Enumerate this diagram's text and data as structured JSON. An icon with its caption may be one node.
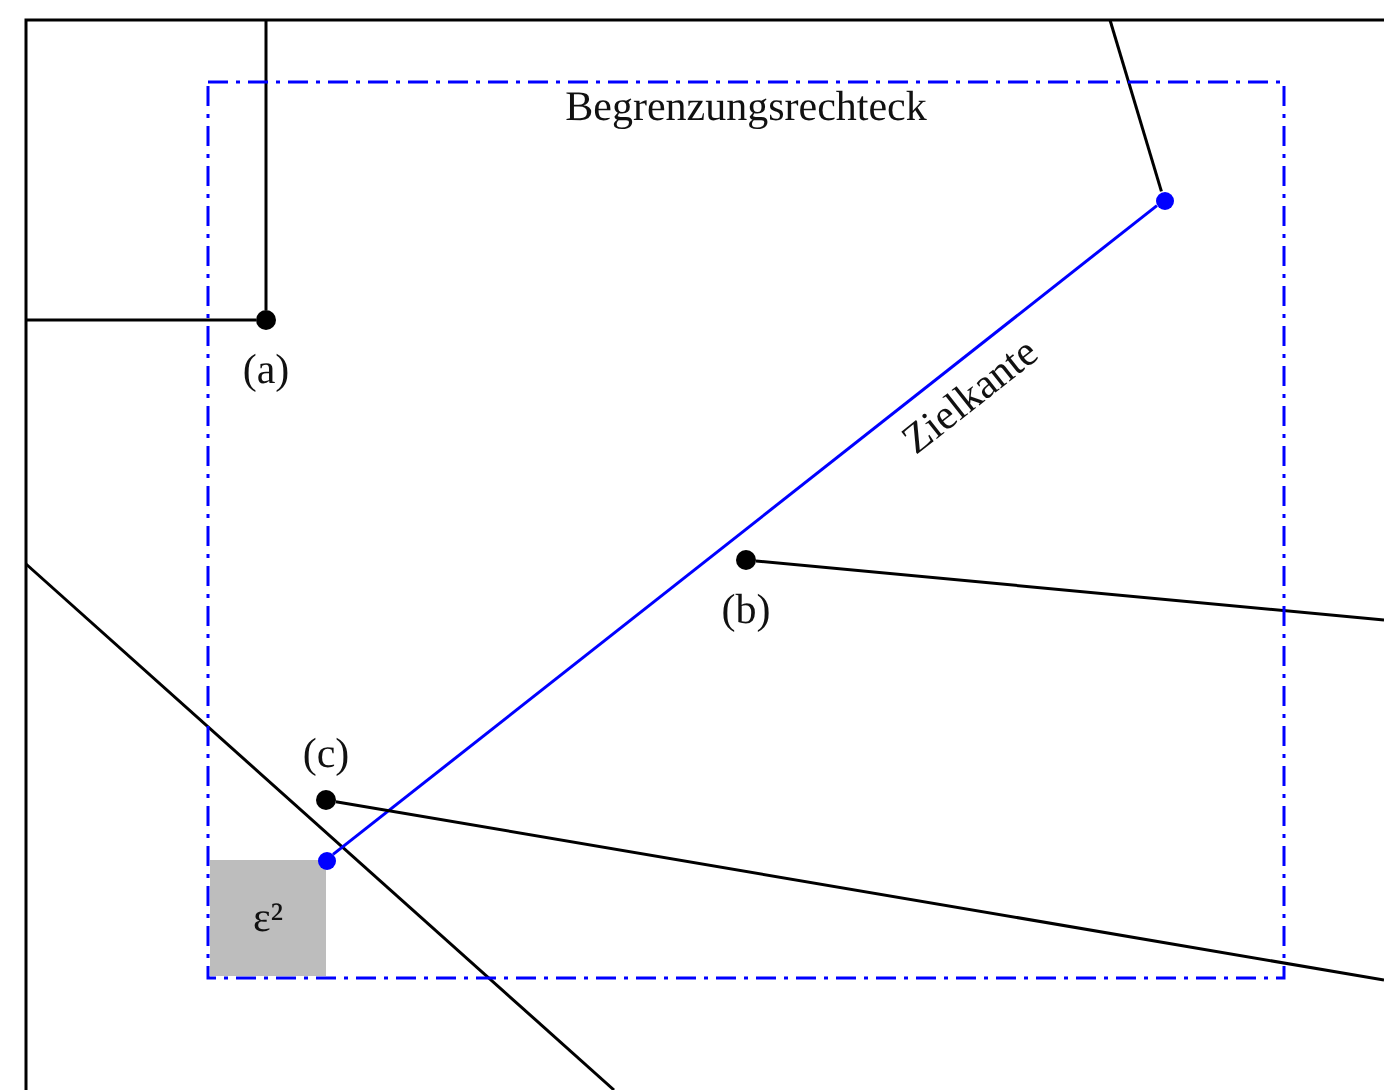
{
  "diagram": {
    "nodes": [
      {
        "text": [
          "Begrenzungsrechteck"
        ]
      },
      {
        "text": [
          "ε²"
        ],
        "in": 0
      },
      {
        "text": [],
        "shape": "circle",
        "beside": [
          "(a)"
        ],
        "in": 0
      },
      {
        "text": [],
        "shape": "circle",
        "beside": [
          "(b)"
        ],
        "in": 0
      },
      {
        "text": [],
        "shape": "circle",
        "beside": [
          "(c)"
        ],
        "in": 0
      },
      {
        "text": [],
        "shape": "circle",
        "in": 0
      },
      {
        "text": [],
        "shape": "circle",
        "in": 0
      }
    ],
    "edges": [
      {
        "from": 6,
        "to": 5,
        "arrow": "none",
        "label": "Zielkante",
        "color": "#0000ff"
      },
      {
        "from": 2,
        "to": null,
        "arrow": "none"
      },
      {
        "from": 2,
        "to": null,
        "arrow": "none"
      },
      {
        "from": 3,
        "to": null,
        "arrow": "none"
      },
      {
        "from": 4,
        "to": null,
        "arrow": "none"
      },
      {
        "from": 5,
        "to": null,
        "arrow": "none"
      }
    ]
  }
}
